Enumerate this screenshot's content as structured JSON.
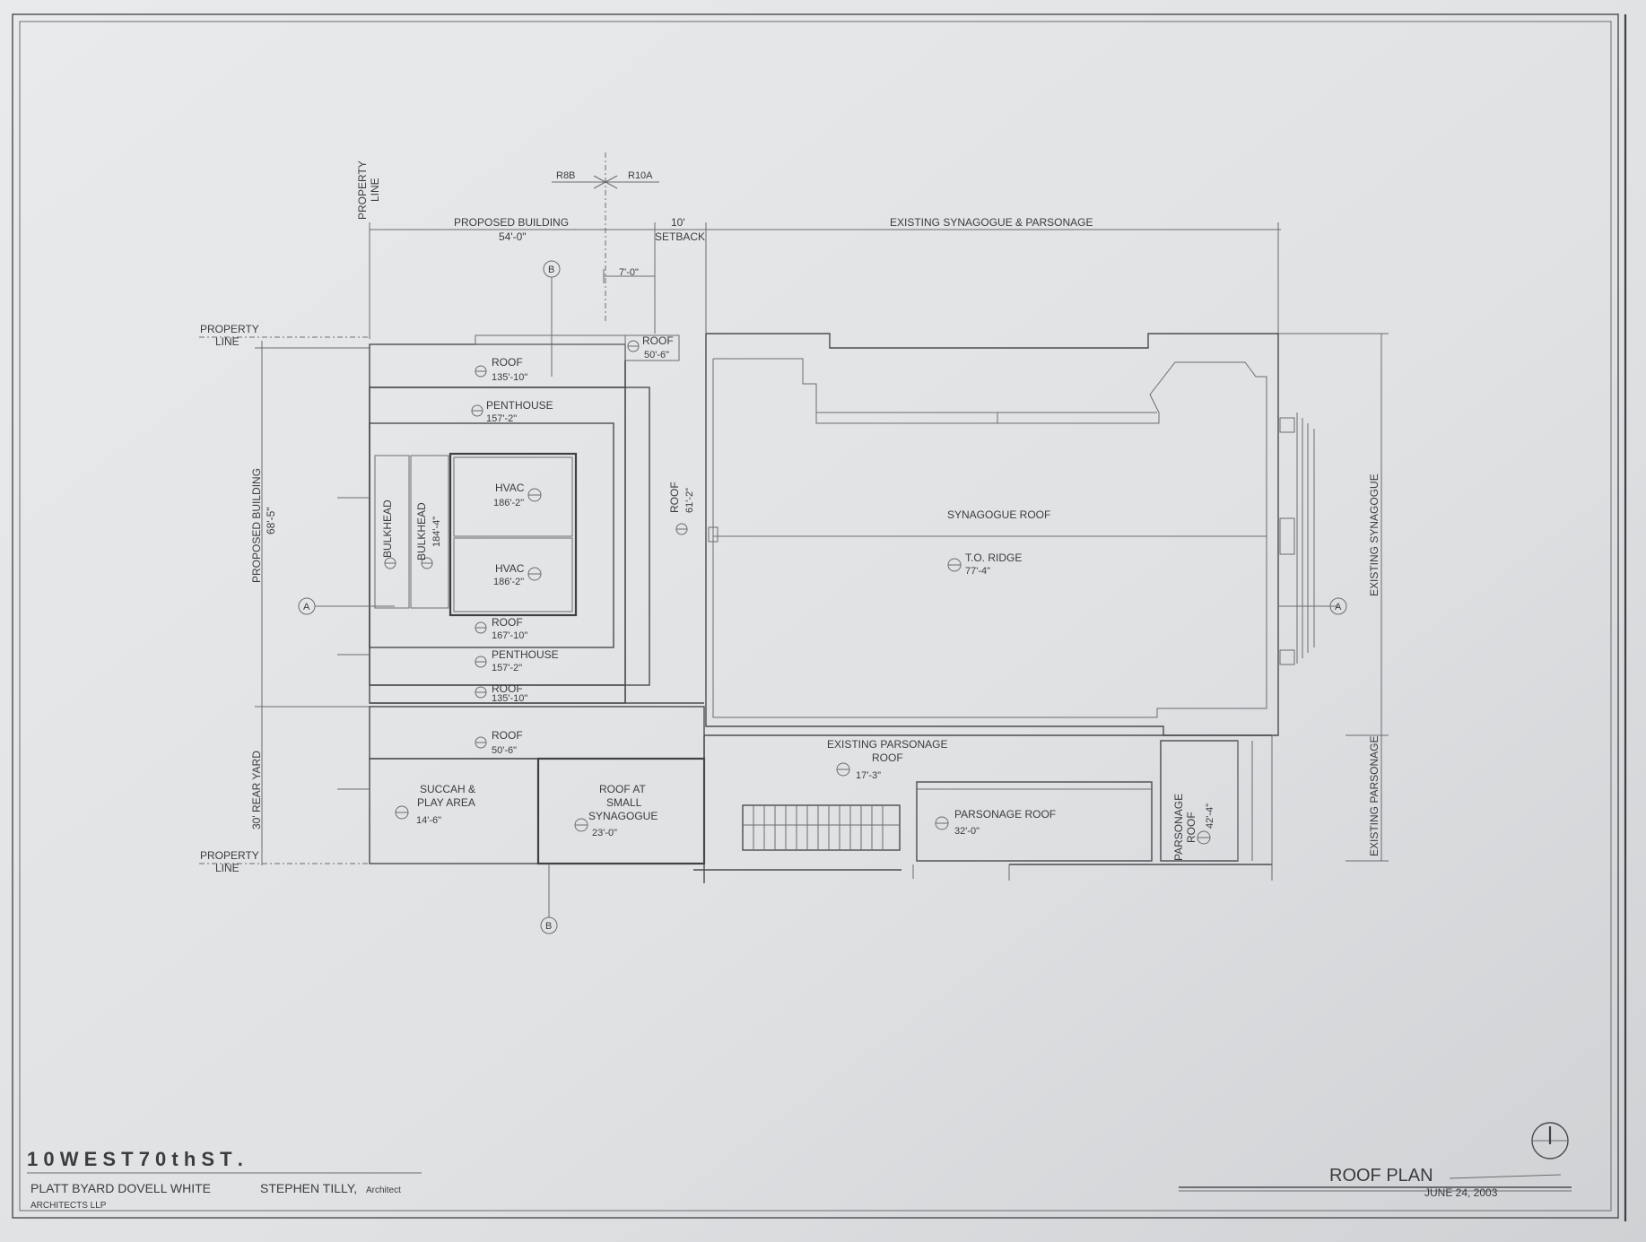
{
  "zoning": {
    "left": "R8B",
    "right": "R10A"
  },
  "property_line": "PROPERTY LINE",
  "property_line_top": {
    "line1": "PROPERTY",
    "line2": "LINE"
  },
  "property_line_bottom": {
    "line1": "PROPERTY",
    "line2": "LINE"
  },
  "proposed_building_width": {
    "label": "PROPOSED BUILDING",
    "value": "54'-0\""
  },
  "setback": {
    "value": "10'",
    "label": "SETBACK"
  },
  "setback_7": "7'-0\"",
  "existing_synagogue_parsonage": "EXISTING SYNAGOGUE & PARSONAGE",
  "proposed_building_depth": {
    "label": "PROPOSED BUILDING",
    "value": "68'-5\""
  },
  "rear_yard": "30' REAR YARD",
  "existing_synagogue_side": "EXISTING SYNAGOGUE",
  "existing_parsonage_side": "EXISTING PARSONAGE",
  "section_markers": {
    "a": "A",
    "b": "B"
  },
  "elevations": {
    "roof_top_small": {
      "label": "ROOF",
      "value": "50'-6\""
    },
    "roof_1": {
      "label": "ROOF",
      "value": "135'-10\""
    },
    "penthouse_1": {
      "label": "PENTHOUSE",
      "value": "157'-2\""
    },
    "hvac_1": {
      "label": "HVAC",
      "value": "186'-2\""
    },
    "hvac_2": {
      "label": "HVAC",
      "value": "186'-2\""
    },
    "bulkhead_1": {
      "label": "BULKHEAD"
    },
    "bulkhead_2": {
      "label": "BULKHEAD",
      "value": "184'-4\""
    },
    "roof_2": {
      "label": "ROOF",
      "value": "167'-10\""
    },
    "penthouse_2": {
      "label": "PENTHOUSE",
      "value": "157'-2\""
    },
    "roof_3": {
      "label": "ROOF",
      "value": "135'-10\""
    },
    "roof_side": {
      "label": "ROOF",
      "value": "61'-2\""
    },
    "roof_lower": {
      "label": "ROOF",
      "value": "50'-6\""
    },
    "succah": {
      "line1": "SUCCAH &",
      "line2": "PLAY AREA",
      "value": "14'-6\""
    },
    "small_synagogue": {
      "line1": "ROOF AT",
      "line2": "SMALL",
      "line3": "SYNAGOGUE",
      "value": "23'-0\""
    },
    "synagogue_roof": {
      "label": "SYNAGOGUE ROOF"
    },
    "ridge": {
      "label": "T.O. RIDGE",
      "value": "77'-4\""
    },
    "existing_parsonage_roof": {
      "line1": "EXISTING PARSONAGE",
      "line2": "ROOF",
      "value": "17'-3\""
    },
    "parsonage_roof": {
      "label": "PARSONAGE ROOF",
      "value": "32'-0\""
    },
    "parsonage_roof_small": {
      "line1": "PARSONAGE",
      "line2": "ROOF",
      "value": "42'-4\""
    }
  },
  "title_block": {
    "project": "1 0   W E S T   7 0 t h   S T .",
    "architect1": "PLATT BYARD DOVELL WHITE",
    "architect1_sub": "ARCHITECTS LLP",
    "architect2": "STEPHEN TILLY,",
    "architect2_role": "Architect",
    "drawing_title": "ROOF PLAN",
    "date": "JUNE 24, 2003"
  }
}
